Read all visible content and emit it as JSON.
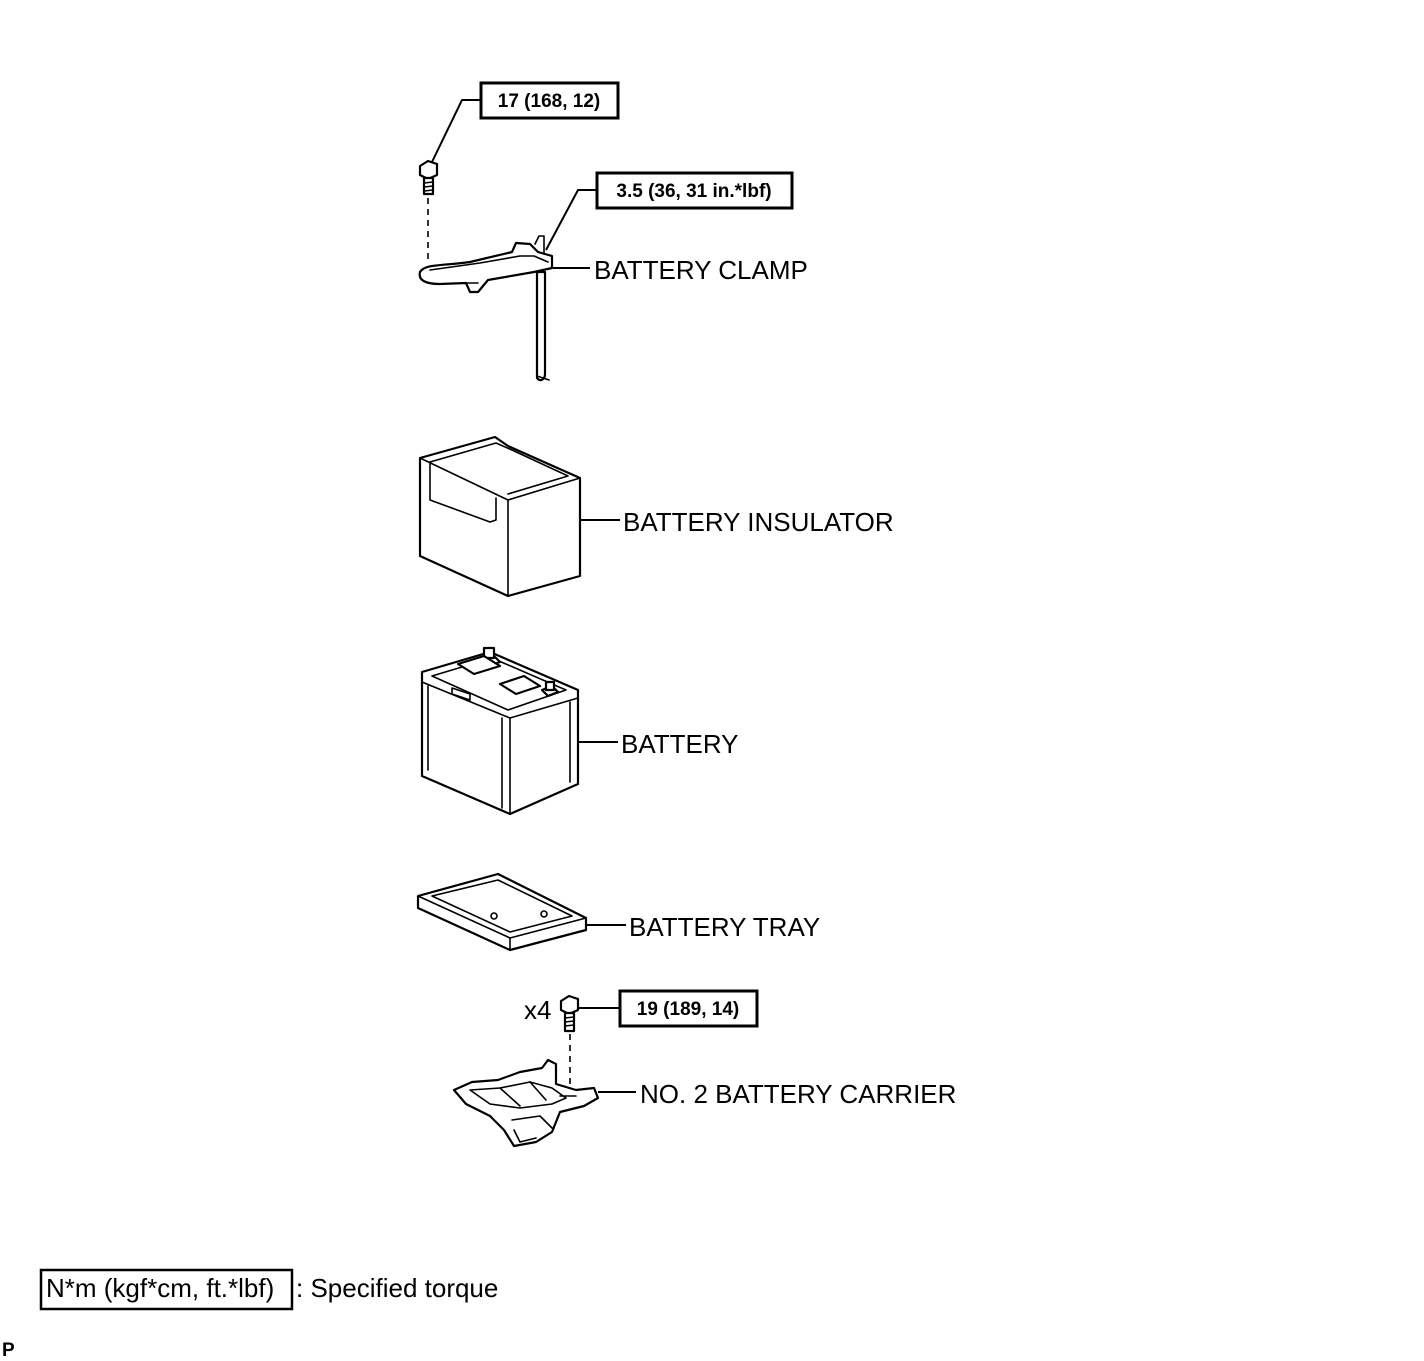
{
  "torques": {
    "clamp_bolt": "17 (168, 12)",
    "clamp_nut": "3.5 (36, 31 in.*lbf)",
    "carrier_bolt": "19 (189, 14)"
  },
  "labels": {
    "battery_clamp": "BATTERY CLAMP",
    "battery_insulator": "BATTERY INSULATOR",
    "battery": "BATTERY",
    "battery_tray": "BATTERY TRAY",
    "carrier": "NO. 2 BATTERY CARRIER"
  },
  "quantity": "x4",
  "legend": {
    "unit": "N*m (kgf*cm, ft.*lbf)",
    "text": ": Specified torque"
  },
  "corner_mark": "P"
}
